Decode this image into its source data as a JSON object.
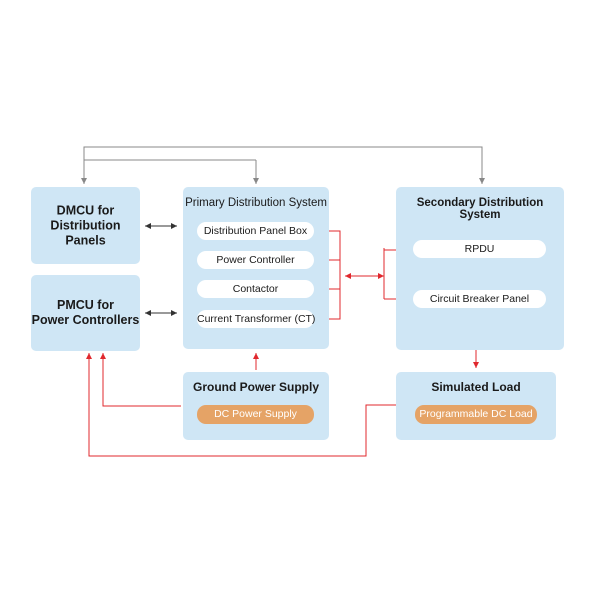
{
  "dmcu": {
    "line1": "DMCU for",
    "line2": "Distribution Panels"
  },
  "pmcu": {
    "line1": "PMCU for",
    "line2": "Power Controllers"
  },
  "primary": {
    "title": "Primary Distribution System",
    "items": [
      "Distribution Panel Box",
      "Power Controller",
      "Contactor",
      "Current Transformer (CT)"
    ]
  },
  "secondary": {
    "title": "Secondary Distribution System",
    "items": [
      "RPDU",
      "Circuit Breaker Panel"
    ]
  },
  "ground": {
    "title": "Ground Power Supply",
    "item": "DC Power Supply"
  },
  "load": {
    "title": "Simulated Load",
    "item": "Programmable DC Load"
  },
  "colors": {
    "box": "#cfe6f5",
    "pill": "#ffffff",
    "pill_orange": "#e5a366",
    "wire_gray": "#888888",
    "wire_black": "#333333",
    "wire_red": "#e0282e"
  }
}
